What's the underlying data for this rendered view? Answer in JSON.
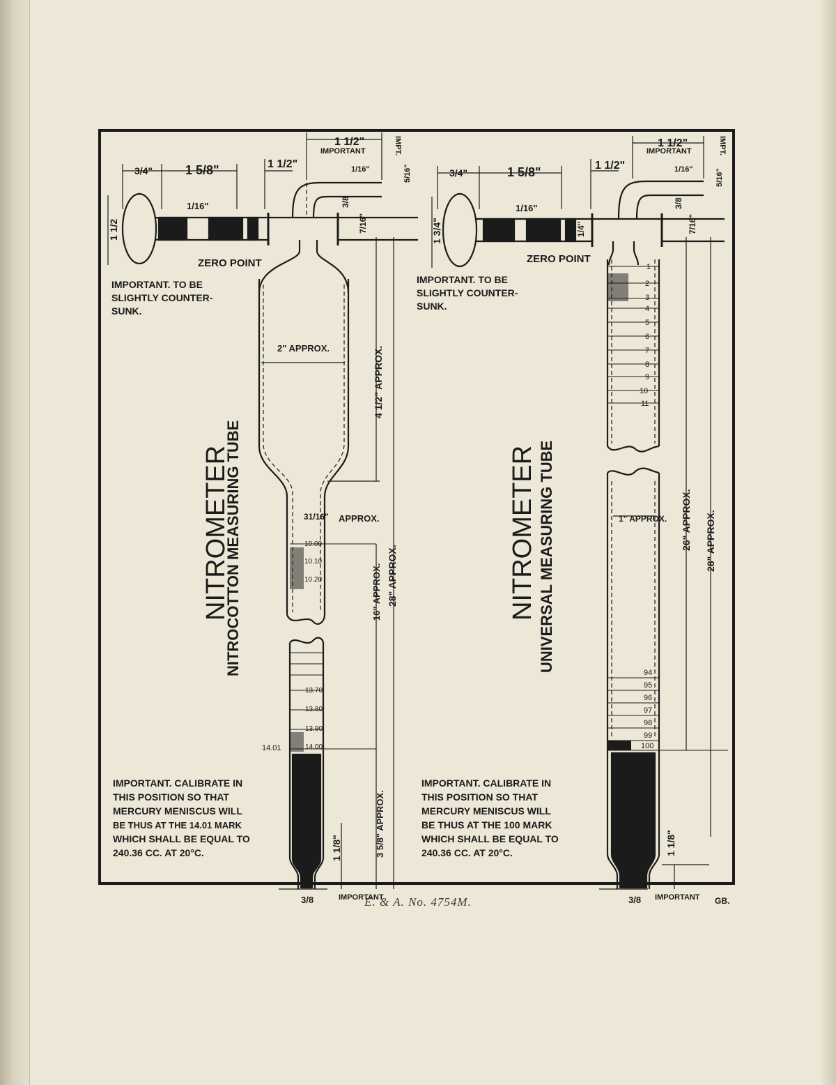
{
  "footer": {
    "caption": "E. & A. No. 4754M."
  },
  "left": {
    "title": "NITROMETER",
    "subtitle": "NITROCOTTON MEASURING TUBE",
    "dims": {
      "a": "3/4\"",
      "b": "1 5/8\"",
      "c": "1 1/2\"",
      "d": "1 1/2\"",
      "imp": "IMPORTANT",
      "e": "1/16\"",
      "impt": "IMPT.",
      "f": "5/16\"",
      "g": "1/16\"",
      "h": "1 1/2",
      "i": "1/2\"",
      "j": "3/8",
      "k": "7/16\"",
      "l": "2\" APPROX.",
      "m": "4 1/2\" APPROX.",
      "n": "31/16\"",
      "o": "APPROX.",
      "p": "16\" APPROX.",
      "q": "28\" APPROX.",
      "r": "3 5/8\" APPROX.",
      "s": "1 1/8\"",
      "t": "3/8",
      "u": "IMPORTANT"
    },
    "zero": "ZERO POINT",
    "note1": [
      "IMPORTANT.  TO BE",
      "SLIGHTLY  COUNTER-",
      "SUNK."
    ],
    "scale_top": [
      "10.00",
      "10.10",
      "10.20"
    ],
    "scale_bottom": [
      "13.70",
      "13.80",
      "13.90",
      "14.00"
    ],
    "mark": "14.01",
    "note2": [
      "IMPORTANT.  CALIBRATE IN",
      "THIS  POSITION  SO THAT",
      "MERCURY  MENISCUS  WILL",
      "BE  THUS  AT THE  14.01 MARK",
      "WHICH  SHALL BE  EQUAL TO",
      "240.36  CC.  AT  20°C."
    ]
  },
  "right": {
    "title": "NITROMETER",
    "subtitle": "UNIVERSAL MEASURING TUBE",
    "dims": {
      "a": "3/4\"",
      "b": "1 5/8\"",
      "c": "1 1/2\"",
      "d": "1 1/2\"",
      "imp": "IMPORTANT",
      "e": "1/16\"",
      "impt": "IMPT.",
      "f": "5/16\"",
      "g": "1/16\"",
      "h": "1 3/4\"",
      "i": "1/4\"",
      "j": "3/8",
      "k": "7/16\"",
      "l": "1\" APPROX.",
      "m": "26\" APPROX.",
      "n": "28\" APPROX.",
      "s": "1 1/8\"",
      "t": "3/8",
      "u": "IMPORTANT"
    },
    "zero": "ZERO POINT",
    "note1": [
      "IMPORTANT.  TO BE",
      "SLIGHTLY  COUNTER-",
      "SUNK."
    ],
    "scale_top": [
      "1",
      "2",
      "3",
      "4",
      "5",
      "6",
      "7",
      "8",
      "9",
      "10",
      "11"
    ],
    "scale_bottom": [
      "94",
      "95",
      "96",
      "97",
      "98",
      "99",
      "100"
    ],
    "note2": [
      "IMPORTANT.  CALIBRATE IN",
      "THIS  POSITION  SO THAT",
      "MERCURY  MENISCUS  WILL",
      "BE  THUS  AT THE  100 MARK",
      "WHICH  SHALL BE  EQUAL TO",
      "240.36  CC.  AT  20°C."
    ],
    "initials": "GB."
  }
}
